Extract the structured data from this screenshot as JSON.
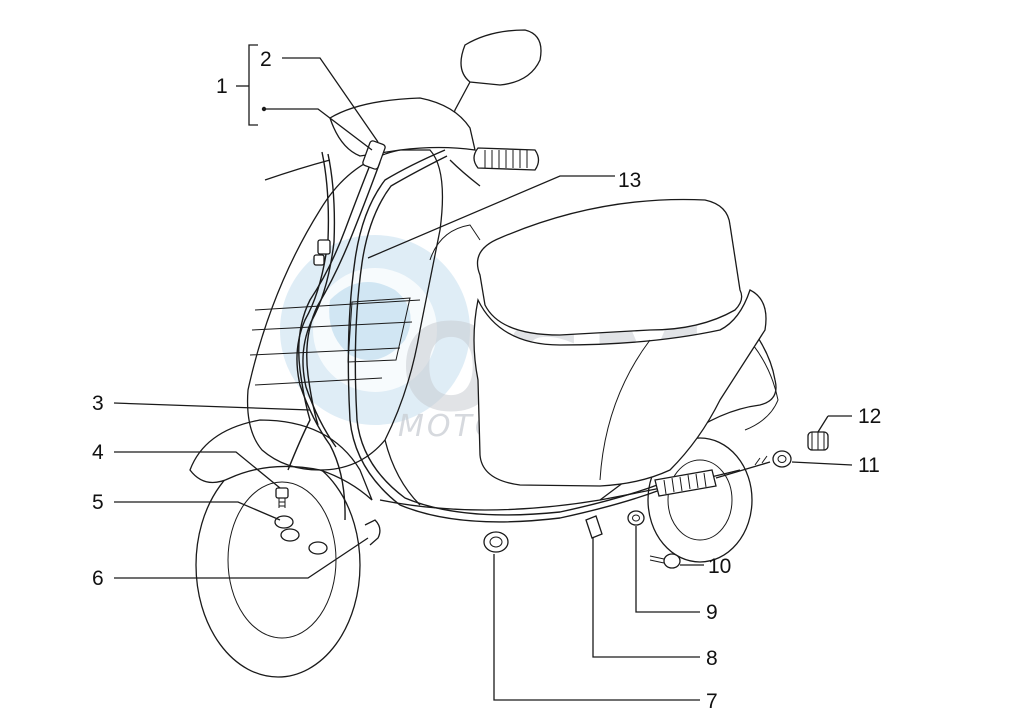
{
  "watermark": {
    "brand": "OSM",
    "subtitle": "MOTORPARTS",
    "color": "#c9cdd3",
    "globe_color": "#b8d8ec"
  },
  "callouts": [
    "1",
    "2",
    "3",
    "4",
    "5",
    "6",
    "7",
    "8",
    "9",
    "10",
    "11",
    "12",
    "13"
  ],
  "line_color": "#1a1a1a"
}
